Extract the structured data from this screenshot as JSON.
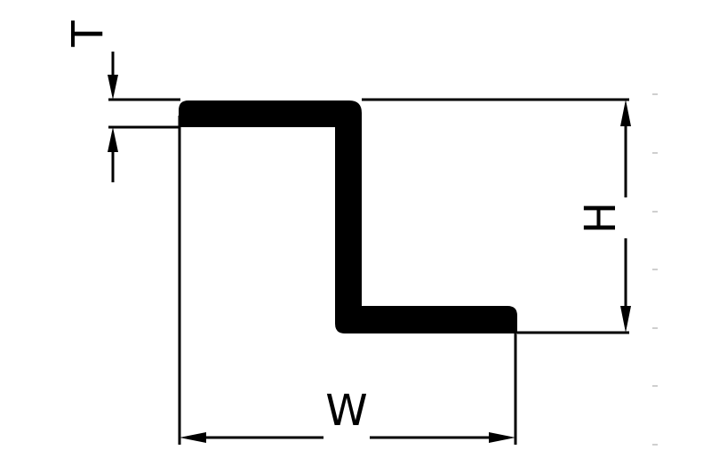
{
  "diagram": {
    "labels": {
      "thickness": "T",
      "height": "H",
      "width": "W"
    },
    "colors": {
      "ink": "#000000",
      "background": "#ffffff",
      "tick": "#cfcfcf"
    }
  }
}
